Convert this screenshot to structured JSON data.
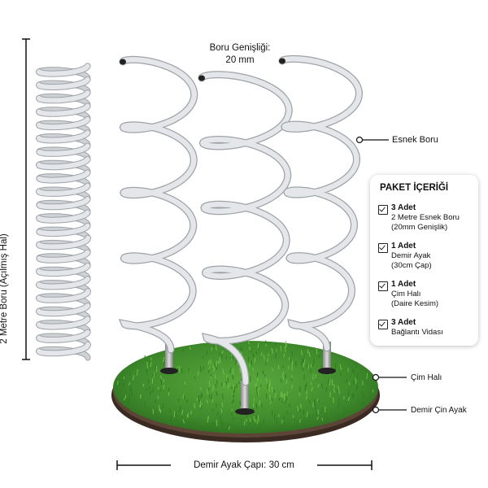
{
  "labels": {
    "pipe_width_title": "Boru Genişliği:",
    "pipe_width_value": "20 mm",
    "flexible_pipe": "Esnek Boru",
    "vertical_length": "2 Metre Boru (Açılmış Hal)",
    "grass": "Çim Halı",
    "iron_base": "Demir Çin Ayak",
    "base_diameter": "Demir Ayak Çapı: 30 cm"
  },
  "package": {
    "title": "PAKET İÇERİĞİ",
    "items": [
      {
        "qty": "3 Adet",
        "desc1": "2 Metre Esnek Boru",
        "desc2": "(20mm Genişlik)"
      },
      {
        "qty": "1 Adet",
        "desc1": "Demir Ayak",
        "desc2": "(30cm Çap)"
      },
      {
        "qty": "1 Adet",
        "desc1": "Çim Halı",
        "desc2": "(Daire Kesim)"
      },
      {
        "qty": "3 Adet",
        "desc1": "Bağlantı Vidası",
        "desc2": ""
      }
    ]
  },
  "colors": {
    "pipe": "#e4e6e9",
    "pipe_shadow": "#9ea3a8",
    "grass": "#3f8a2c",
    "base": "#3b2a22"
  }
}
